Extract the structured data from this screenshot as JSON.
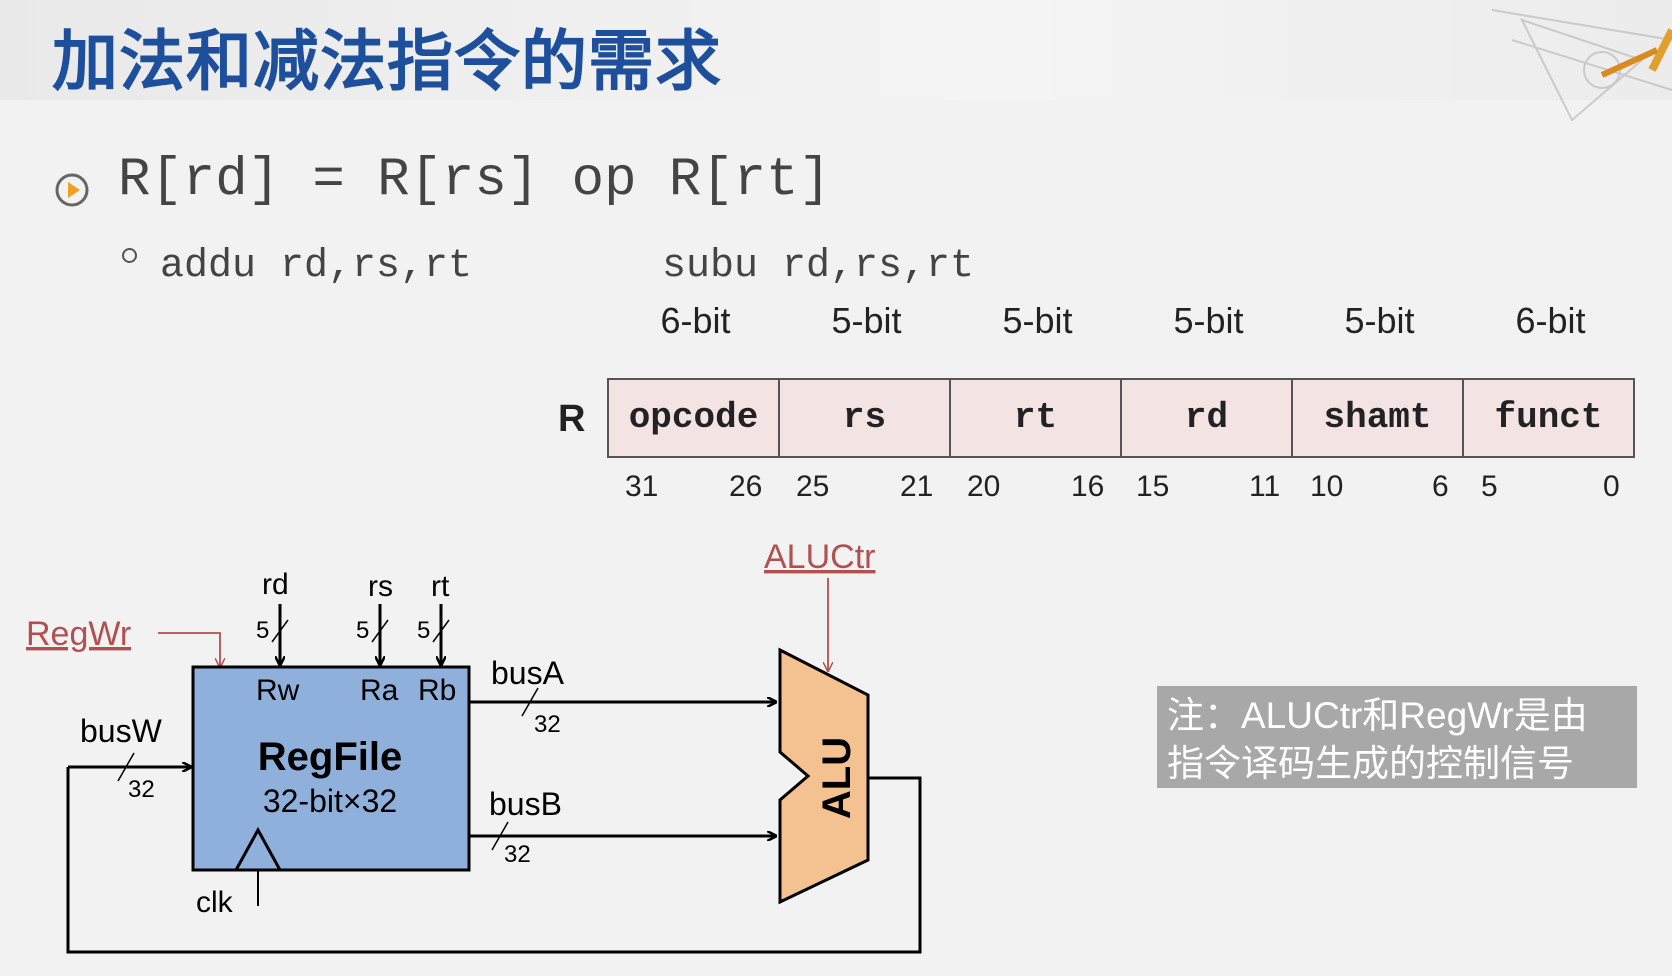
{
  "title": "加法和减法指令的需求",
  "formula": "R[rd] = R[rs] op R[rt]",
  "examples": {
    "add": "addu rd,rs,rt",
    "sub": "subu rd,rs,rt"
  },
  "format": {
    "row_label": "R",
    "fields": [
      {
        "name": "opcode",
        "width": "6-bit",
        "hi": "31",
        "lo": "26"
      },
      {
        "name": "rs",
        "width": "5-bit",
        "hi": "25",
        "lo": "21"
      },
      {
        "name": "rt",
        "width": "5-bit",
        "hi": "20",
        "lo": "16"
      },
      {
        "name": "rd",
        "width": "5-bit",
        "hi": "15",
        "lo": "11"
      },
      {
        "name": "shamt",
        "width": "5-bit",
        "hi": "10",
        "lo": "6"
      },
      {
        "name": "funct",
        "width": "6-bit",
        "hi": "5",
        "lo": "0"
      }
    ]
  },
  "diagram": {
    "regwr": "RegWr",
    "aluctr": "ALUCtr",
    "rd": "rd",
    "rs": "rs",
    "rt": "rt",
    "width5": "5",
    "rw": "Rw",
    "ra": "Ra",
    "rb": "Rb",
    "regfile": "RegFile",
    "regfile_sub": "32-bit×32",
    "busw": "busW",
    "busa": "busA",
    "busb": "busB",
    "width32": "32",
    "clk": "clk",
    "alu": "ALU"
  },
  "note": {
    "line1": "注：ALUCtr和RegWr是由",
    "line2": "指令译码生成的控制信号"
  },
  "colors": {
    "title": "#1d4f9c",
    "regfile": "#8fb0db",
    "alu": "#f4c290",
    "control": "#b05050",
    "field_bg": "#f4e3e3",
    "note_bg": "#a8a8a8"
  }
}
